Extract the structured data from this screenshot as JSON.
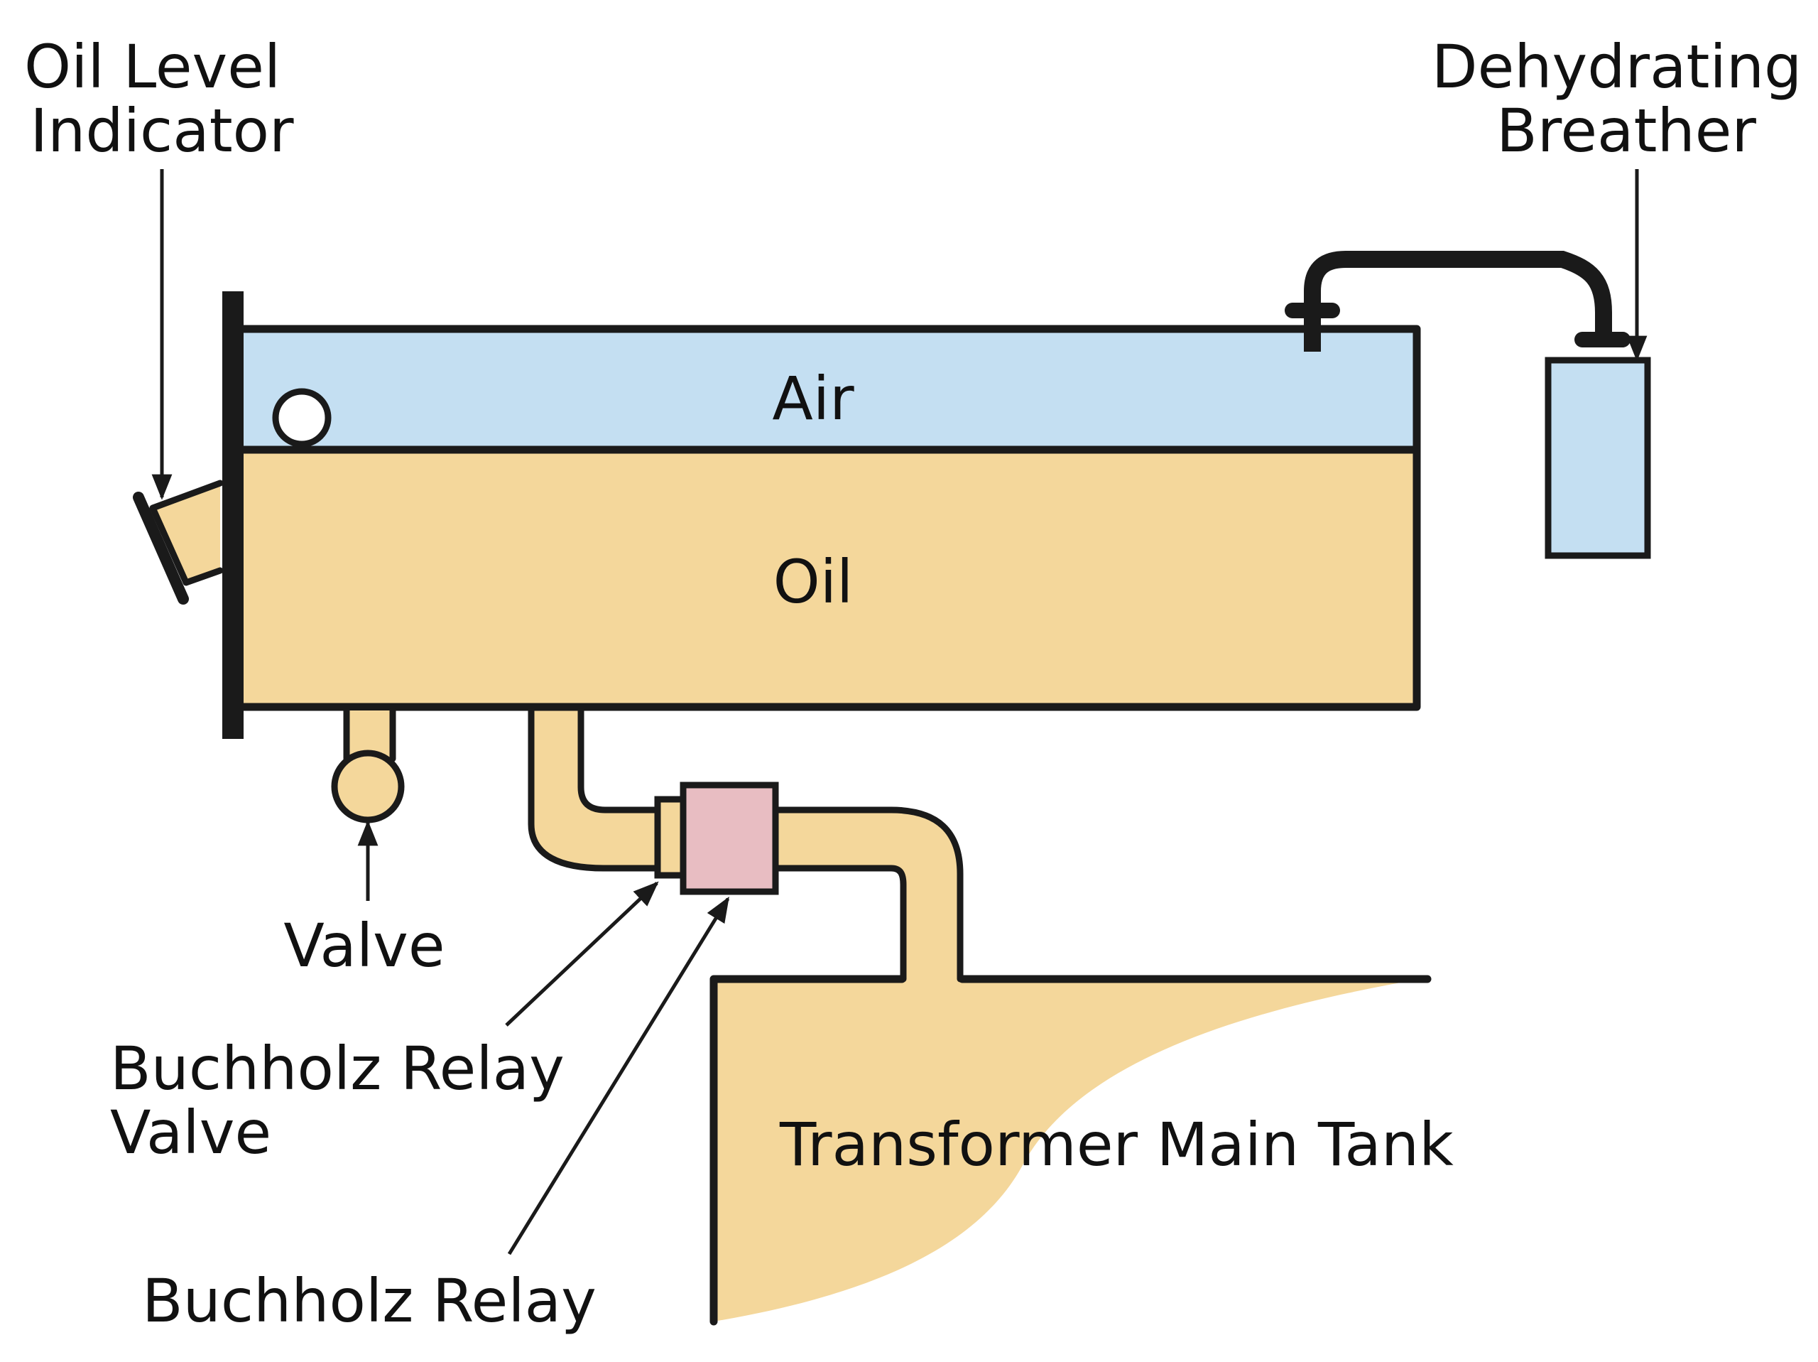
{
  "labels": {
    "oil_level_indicator": [
      "Oil Level",
      "Indicator"
    ],
    "dehydrating_breather": [
      "Dehydrating",
      "Breather"
    ],
    "air": "Air",
    "oil": "Oil",
    "valve": "Valve",
    "buchholz_relay_valve": [
      "Buchholz Relay",
      "Valve"
    ],
    "buchholz_relay": "Buchholz Relay",
    "transformer_main_tank": "Transformer Main Tank"
  },
  "colors": {
    "air": "#c4dff2",
    "oil": "#f4d79b",
    "relay": "#e8bdc2",
    "outline": "#1a1a1a",
    "background": "#ffffff"
  }
}
